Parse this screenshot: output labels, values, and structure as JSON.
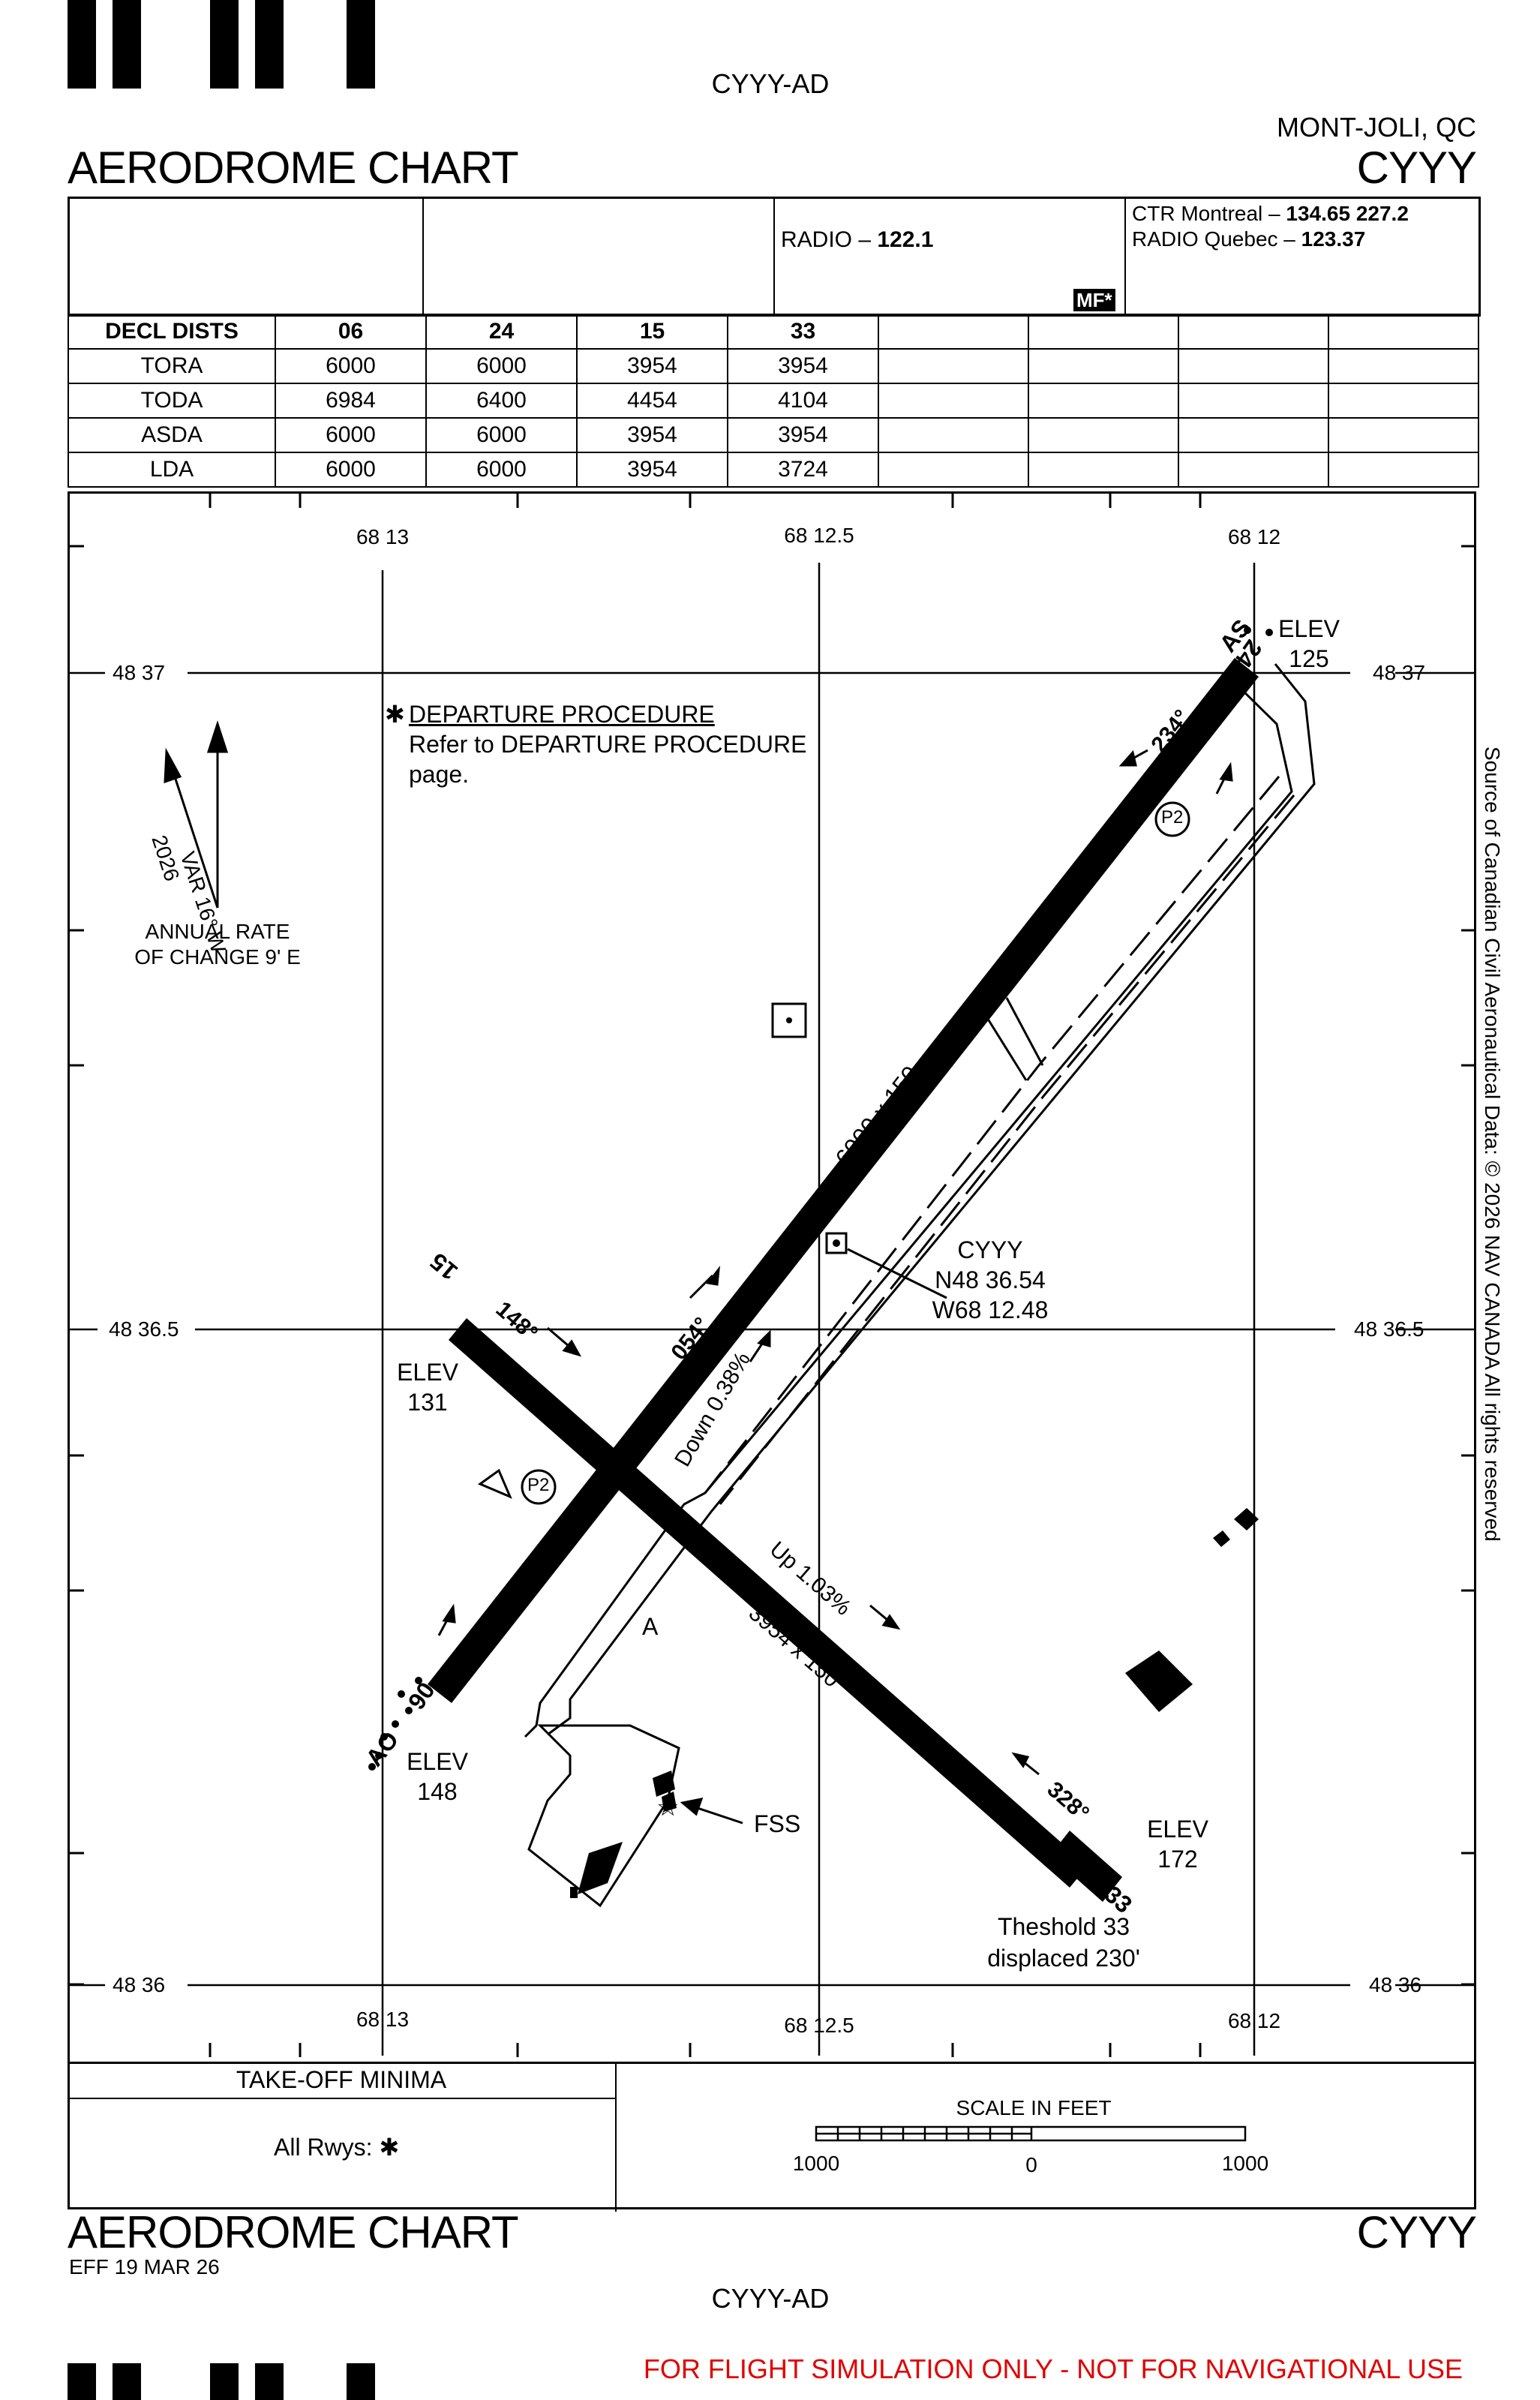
{
  "header": {
    "doc_id_top": "CYYY-AD",
    "location": "MONT-JOLI, QC",
    "ident": "CYYY",
    "title": "AERODROME CHART"
  },
  "comms": {
    "radio_label": "RADIO – ",
    "radio_freq": "122.1",
    "ctr_label": "CTR Montreal – ",
    "ctr_freqs": "134.65  227.2",
    "radio_quebec_label": "RADIO Quebec – ",
    "radio_quebec_freq": "123.37",
    "mf_badge": "MF*"
  },
  "declared_distances": {
    "header": [
      "DECL DISTS",
      "06",
      "24",
      "15",
      "33"
    ],
    "rows": [
      [
        "TORA",
        "6000",
        "6000",
        "3954",
        "3954"
      ],
      [
        "TODA",
        "6984",
        "6400",
        "4454",
        "4104"
      ],
      [
        "ASDA",
        "6000",
        "6000",
        "3954",
        "3954"
      ],
      [
        "LDA",
        "6000",
        "6000",
        "3954",
        "3724"
      ]
    ]
  },
  "grid": {
    "lon_labels": [
      "68 13",
      "68 12.5",
      "68 12"
    ],
    "lat_labels": [
      "48 37",
      "48 36.5",
      "48 36"
    ]
  },
  "runways": {
    "rwy_06_24": {
      "dimensions": "6000 x 150",
      "end_06": "06",
      "end_24": "24",
      "hdg_054": "054°",
      "hdg_234": "234°",
      "slope": "Down 0.38%",
      "elev_06_label": "ELEV",
      "elev_06": "148",
      "elev_24_label": "ELEV",
      "elev_24": "125",
      "lighting_06": "AO",
      "lighting_24": "AS"
    },
    "rwy_15_33": {
      "dimensions": "3954 x 150",
      "end_15": "15",
      "end_33": "33",
      "hdg_148": "148°",
      "hdg_328": "328°",
      "slope": "Up 1.03%",
      "elev_15_label": "ELEV",
      "elev_15": "131",
      "elev_33_label": "ELEV",
      "elev_33": "172",
      "threshold_note_1": "Theshold 33",
      "threshold_note_2": "displaced 230'"
    }
  },
  "annotations": {
    "departure_star": "✱",
    "departure_title": "DEPARTURE PROCEDURE",
    "departure_line1": "Refer to DEPARTURE PROCEDURE",
    "departure_line2": "page.",
    "arp_ident": "CYYY",
    "arp_lat": "N48 36.54",
    "arp_lon": "W68 12.48",
    "fss": "FSS",
    "taxiway_a": "A",
    "p2": "P2",
    "var_text": "VAR 16° W",
    "var_year": "2026",
    "annual_rate_1": "ANNUAL RATE",
    "annual_rate_2": "OF CHANGE 9' E"
  },
  "takeoff": {
    "title": "TAKE-OFF MINIMA",
    "all_rwys": "All Rwys: ",
    "star": "✱"
  },
  "scale": {
    "title": "SCALE IN FEET",
    "left": "1000",
    "mid": "0",
    "right": "1000"
  },
  "footer": {
    "title": "AERODROME CHART",
    "ident": "CYYY",
    "eff": "EFF 19 MAR 26",
    "doc_id_bottom": "CYYY-AD",
    "sim_notice": "FOR FLIGHT SIMULATION ONLY - NOT FOR NAVIGATIONAL USE"
  },
  "source_note": "Source of Canadian Civil Aeronautical Data: © 2026 NAV CANADA All rights reserved"
}
